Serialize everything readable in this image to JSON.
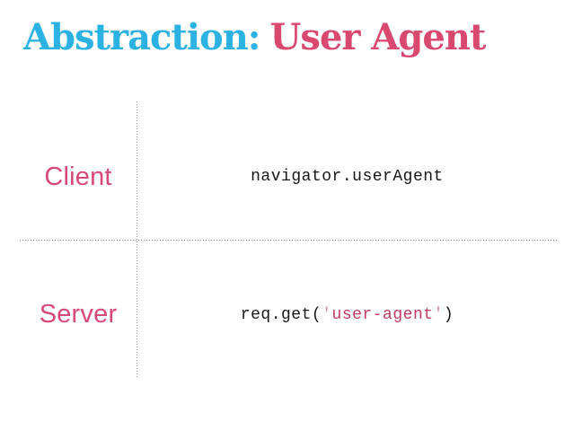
{
  "slide": {
    "background_color": "#ffffff",
    "divider_color": "#8f8f8f",
    "title": {
      "part1": "Abstraction:",
      "part2": "User Agent",
      "part1_style": "color:#2bb2e2",
      "part2_style": "color:#d9486e",
      "part1_color": "#2bb2e2",
      "part2_color": "#d9486e"
    },
    "table": {
      "label_color": "#d7487a",
      "rows": [
        {
          "label": "Client",
          "code": [
            {
              "text": "navigator.userAgent",
              "style": "color:#161616"
            }
          ]
        },
        {
          "label": "Server",
          "code": [
            {
              "text": "req.get(",
              "style": "color:#161616"
            },
            {
              "text": "'",
              "style": "color:#d98d9e"
            },
            {
              "text": "user-agent",
              "style": "color:#c23b5f"
            },
            {
              "text": "'",
              "style": "color:#d98d9e"
            },
            {
              "text": ")",
              "style": "color:#161616"
            }
          ]
        }
      ]
    }
  }
}
